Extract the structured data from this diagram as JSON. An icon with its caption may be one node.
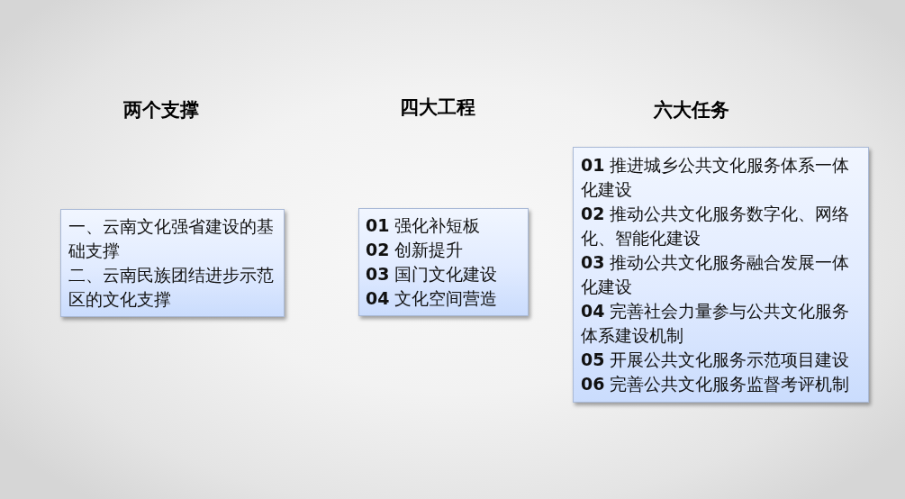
{
  "diagram": {
    "nodes": [
      {
        "text": [
          "一、云南文化强省建设的基础支撑",
          "二、云南民族团结进步示范区的文化支撑"
        ]
      },
      {
        "text": [
          "**01** 强化补短板",
          "**02** 创新提升",
          "**03** 国门文化建设",
          "**04** 文化空间营造"
        ]
      },
      {
        "text": [
          "**01** 推进城乡公共文化服务体系一体化建设",
          "**02** 推动公共文化服务数字化、网络化、智能化建设",
          "**03** 推动公共文化服务融合发展一体化建设",
          "**04** 完善社会力量参与公共文化服务体系建设机制",
          "**05** 开展公共文化服务示范项目建设",
          "**06** 完善公共文化服务监督考评机制"
        ]
      }
    ],
    "labels": [
      "两个支撑",
      "四大工程",
      "六大任务"
    ]
  }
}
